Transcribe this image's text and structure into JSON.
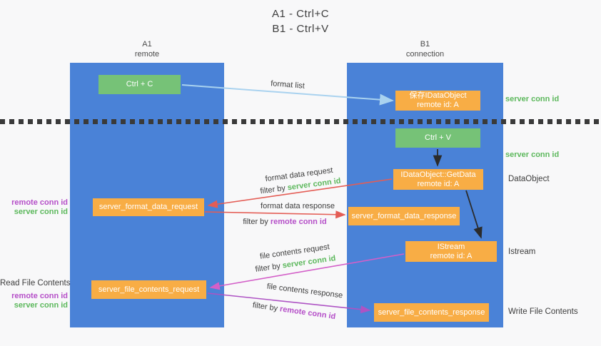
{
  "title": {
    "line1": "A1 - Ctrl+C",
    "line2": "B1 - Ctrl+V"
  },
  "columns": {
    "left": {
      "name": "A1",
      "subtitle": "remote"
    },
    "right": {
      "name": "B1",
      "subtitle": "connection"
    }
  },
  "nodes": {
    "ctrl_c": {
      "label": "Ctrl + C"
    },
    "ctrl_v": {
      "label": "Ctrl + V"
    },
    "save_dataobject": {
      "line1": "保存IDataObject",
      "line2": "remote id: A"
    },
    "getdata": {
      "line1": "IDataObject::GetData",
      "line2": "remote id: A"
    },
    "istream": {
      "line1": "IStream",
      "line2": "remote id: A"
    },
    "format_request": {
      "label": "server_format_data_request"
    },
    "format_response": {
      "label": "server_format_data_response"
    },
    "file_request": {
      "label": "server_file_contents_request"
    },
    "file_response": {
      "label": "server_file_contents_response"
    }
  },
  "edges": {
    "format_list": {
      "label": "format list"
    },
    "format_data_request": {
      "label": "format data request",
      "filter_prefix": "filter by ",
      "filter_value": "server conn id"
    },
    "format_data_response": {
      "label": "format data response",
      "filter_prefix": "filter by ",
      "filter_value": "remote conn id"
    },
    "file_contents_request": {
      "label": "file contents request",
      "filter_prefix": "filter by ",
      "filter_value": "server conn id"
    },
    "file_contents_response": {
      "label": "file contents response",
      "filter_prefix": "filter by ",
      "filter_value": "remote conn id"
    }
  },
  "annotations": {
    "server_conn_id_top": "server conn id",
    "server_conn_id_mid": "server conn id",
    "dataobject": "DataObject",
    "istream": "Istream",
    "write_file_contents": "Write File Contents",
    "read_file_contents": "Read File Contents",
    "left_remote_conn_id_1": "remote conn id",
    "left_server_conn_id_1": "server conn id",
    "left_remote_conn_id_2": "remote conn id",
    "left_server_conn_id_2": "server conn id"
  },
  "colors": {
    "column_blue": "#4a82d7",
    "box_green": "#76c277",
    "box_orange": "#f8ad45",
    "text_green": "#5cb85c",
    "text_purple": "#b54fc8",
    "arrow_red": "#e45d55",
    "arrow_pink": "#d35fc8",
    "arrow_purple": "#ae53c4",
    "arrow_lightblue": "#a9d2ef",
    "arrow_black": "#2b2b2b"
  }
}
